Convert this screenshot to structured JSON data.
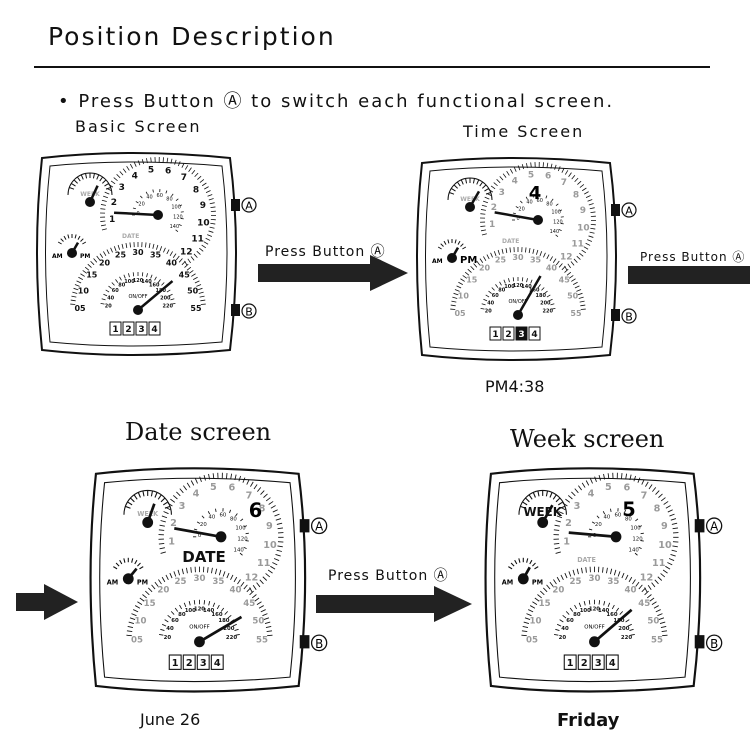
{
  "section_title": "Position Description",
  "instruction": "• Press Button Ⓐ to switch each functional screen.",
  "screens": [
    {
      "label": "Basic Screen",
      "caption": ""
    },
    {
      "label": "Time Screen",
      "caption": "PM4:38"
    },
    {
      "label": "Date screen",
      "caption": "June 26"
    },
    {
      "label": "Week screen",
      "caption": "Friday"
    }
  ],
  "arrow_labels": [
    "Press Button Ⓐ",
    "Press Button Ⓐ",
    "Press Button Ⓐ"
  ],
  "dial": {
    "top_numbers": [
      "1",
      "2",
      "3",
      "4",
      "5",
      "6",
      "7",
      "8",
      "9",
      "10",
      "11",
      "12"
    ],
    "inner_top": [
      "0",
      "20",
      "40",
      "60",
      "80",
      "100",
      "120",
      "140"
    ],
    "bottom_numbers": [
      "05",
      "10",
      "15",
      "20",
      "25",
      "30",
      "35",
      "40",
      "45",
      "50",
      "55"
    ],
    "inner_bottom": [
      "20",
      "40",
      "60",
      "80",
      "100",
      "120",
      "140",
      "160",
      "180",
      "200",
      "220"
    ],
    "date_boxes": [
      "1",
      "2",
      "3",
      "4"
    ],
    "week_word": "WEEK",
    "date_word": "DATE",
    "am": "AM",
    "pm": "PM",
    "onoff": "ON/OFF",
    "button_a": "A",
    "button_b": "B"
  }
}
